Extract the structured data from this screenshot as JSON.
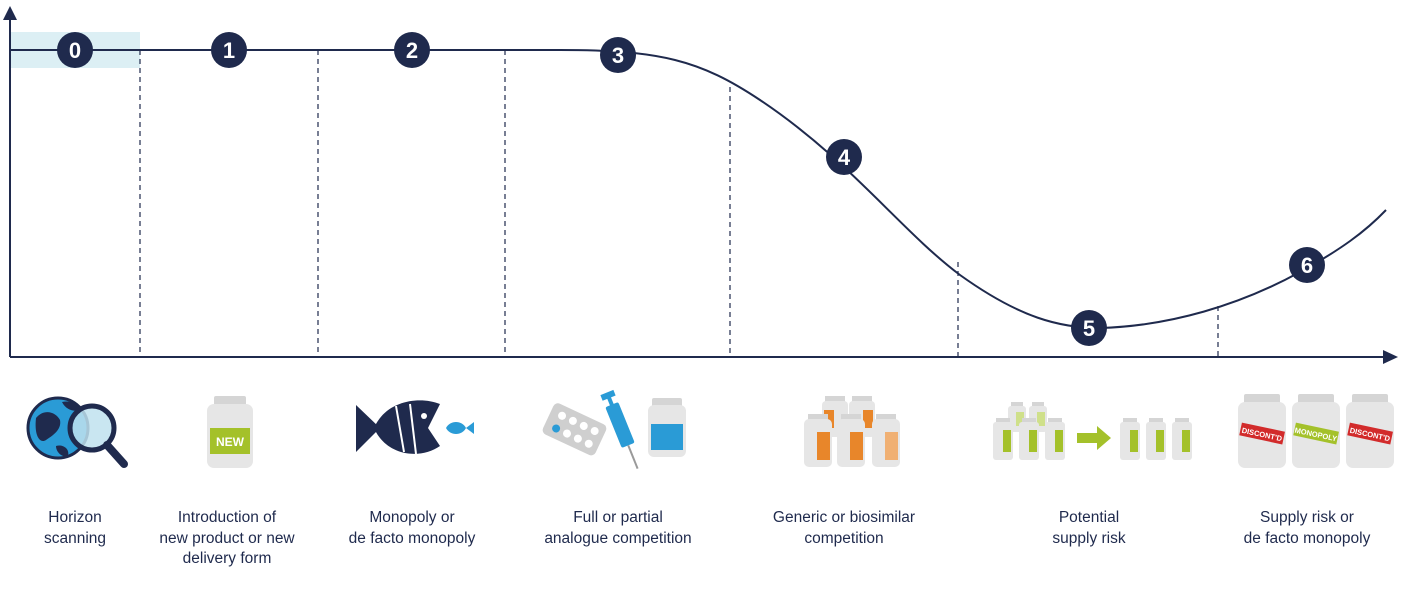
{
  "stages": [
    {
      "number": "0",
      "label_lines": [
        "Horizon",
        "scanning"
      ],
      "icon": "globe-magnifier-icon"
    },
    {
      "number": "1",
      "label_lines": [
        "Introduction of",
        "new product or new",
        "delivery form"
      ],
      "icon": "new-bottle-icon"
    },
    {
      "number": "2",
      "label_lines": [
        "Monopoly or",
        "de facto monopoly"
      ],
      "icon": "big-fish-eating-small-fish-icon"
    },
    {
      "number": "3",
      "label_lines": [
        "Full or partial",
        "analogue competition"
      ],
      "icon": "pills-syringe-bottle-icon"
    },
    {
      "number": "4",
      "label_lines": [
        "Generic or biosimilar",
        "competition"
      ],
      "icon": "many-bottles-icon"
    },
    {
      "number": "5",
      "label_lines": [
        "Potential",
        "supply risk"
      ],
      "icon": "bottles-reducing-icon"
    },
    {
      "number": "6",
      "label_lines": [
        "Supply risk or",
        "de facto monopoly"
      ],
      "icon": "discontinued-bottles-icon"
    }
  ],
  "bottle_tags": {
    "new": "NEW",
    "discontinued": "DISCONT'D",
    "monopoly": "MONOPOLY"
  },
  "colors": {
    "navy": "#1f2a4d",
    "highlight": "#dceff4",
    "green": "#a4c12a",
    "orange": "#e8862a",
    "blue": "#2a9bd6",
    "red": "#d22b2b",
    "bottle_grey": "#e6e6e6"
  }
}
